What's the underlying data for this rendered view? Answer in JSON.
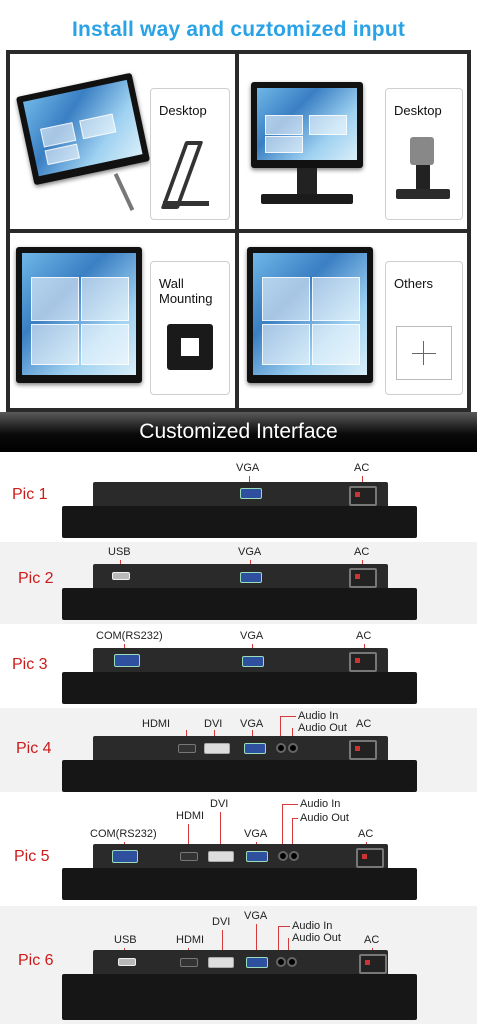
{
  "header": {
    "title": "Install way and cuztomized input"
  },
  "install_options": [
    {
      "label": "Desktop"
    },
    {
      "label": "Desktop"
    },
    {
      "label": "Wall\nMounting"
    },
    {
      "label": "Others"
    }
  ],
  "banner": {
    "text": "Customized Interface"
  },
  "pics": [
    {
      "label": "Pic 1",
      "ports": [
        "VGA",
        "AC"
      ]
    },
    {
      "label": "Pic 2",
      "ports": [
        "USB",
        "VGA",
        "AC"
      ]
    },
    {
      "label": "Pic 3",
      "ports": [
        "COM(RS232)",
        "VGA",
        "AC"
      ]
    },
    {
      "label": "Pic 4",
      "ports": [
        "HDMI",
        "DVI",
        "VGA",
        "Audio In",
        "Audio Out",
        "AC"
      ]
    },
    {
      "label": "Pic 5",
      "ports": [
        "COM(RS232)",
        "HDMI",
        "DVI",
        "VGA",
        "Audio In",
        "Audio Out",
        "AC"
      ]
    },
    {
      "label": "Pic 6",
      "ports": [
        "USB",
        "HDMI",
        "DVI",
        "VGA",
        "Audio In",
        "Audio Out",
        "AC"
      ]
    }
  ],
  "colors": {
    "title": "#2aa3e6",
    "pic_label": "#cc1b1b",
    "banner": "#000000"
  }
}
